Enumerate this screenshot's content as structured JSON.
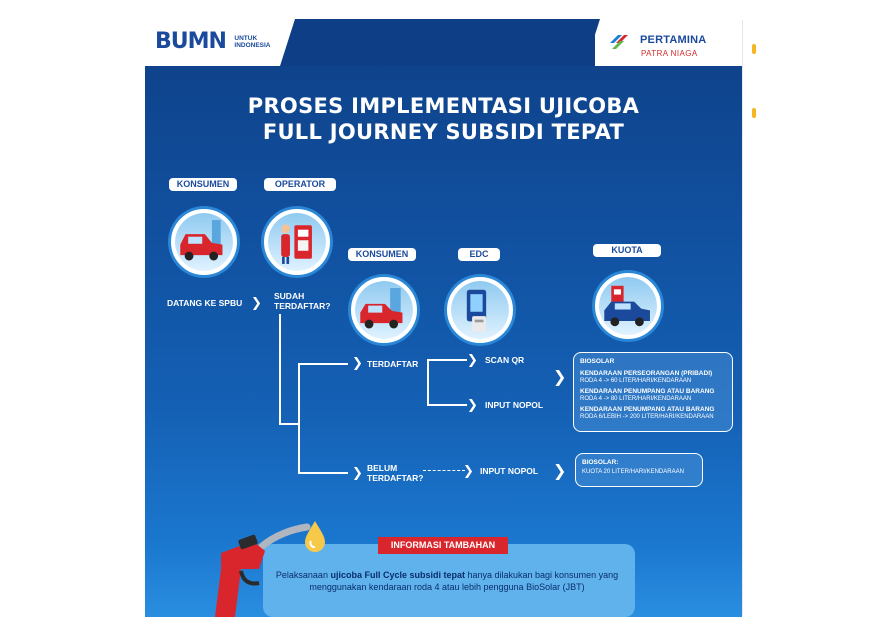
{
  "header": {
    "bumn_logo": "BUMN",
    "bumn_sub": "UNTUK INDONESIA",
    "pertamina_name": "PERTAMINA",
    "pertamina_sub": "PATRA NIAGA"
  },
  "title": {
    "line1": "PROSES IMPLEMENTASI UJICOBA",
    "line2": "FULL JOURNEY SUBSIDI TEPAT"
  },
  "steps": {
    "konsumen1": "KONSUMEN",
    "operator": "OPERATOR",
    "konsumen2": "KONSUMEN",
    "edc": "EDC",
    "kuota": "KUOTA"
  },
  "flow": {
    "datang": "DATANG KE SPBU",
    "sudah": "SUDAH TERDAFTAR?",
    "terdaftar": "TERDAFTAR",
    "belum": "BELUM TERDAFTAR?",
    "scan_qr": "SCAN QR",
    "input_nopol_1": "INPUT NOPOL",
    "input_nopol_2": "INPUT NOPOL"
  },
  "quota_registered": {
    "title": "BIOSOLAR",
    "items": [
      {
        "name": "KENDARAAN PERSEORANGAN (PRIBADI)",
        "detail": "RODA 4 -> 60 LITER/HARI/KENDARAAN"
      },
      {
        "name": "KENDARAAN PENUMPANG ATAU BARANG",
        "detail": "RODA 4 -> 80 LITER/HARI/KENDARAAN"
      },
      {
        "name": "KENDARAAN PENUMPANG ATAU BARANG",
        "detail": "RODA 6/LEBIH -> 200 LITER/HARI/KENDARAAN"
      }
    ]
  },
  "quota_unregistered": {
    "title": "BIOSOLAR:",
    "detail": "KUOTA 20 LITER/HARI/KENDARAAN"
  },
  "info": {
    "tag": "INFORMASI TAMBAHAN",
    "text_pre": "Pelaksanaan ",
    "text_bold": "ujicoba Full Cycle subsidi tepat",
    "text_post": " hanya dilakukan bagi konsumen yang menggunakan kendaraan roda 4 atau lebih pengguna BioSolar (JBT)"
  },
  "icons": [
    "car-icon",
    "fuel-pump-icon",
    "card-reader-icon",
    "fuel-nozzle-icon",
    "fuel-drop-icon",
    "chevron-right-icon"
  ],
  "colors": {
    "poster_top": "#0e3f86",
    "poster_bottom": "#2a8ee0",
    "accent_red": "#d9262d",
    "brand_blue": "#1b4a9d"
  }
}
